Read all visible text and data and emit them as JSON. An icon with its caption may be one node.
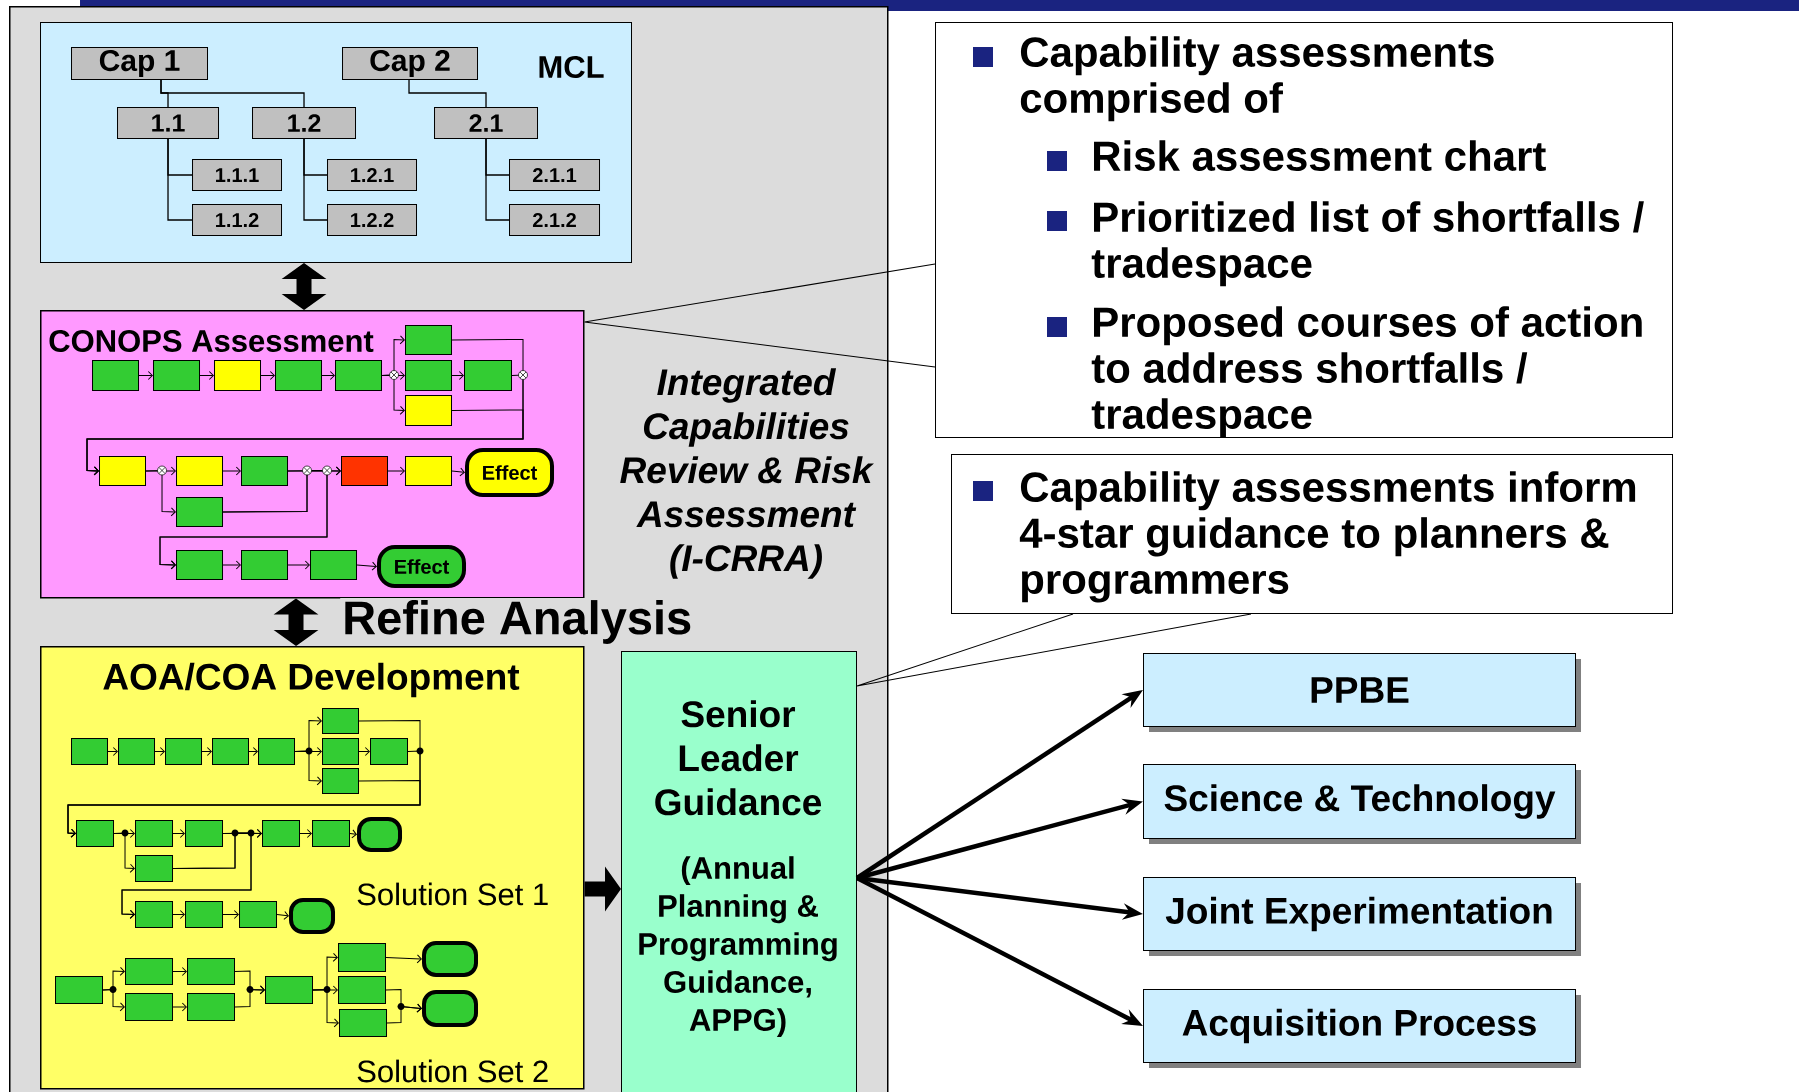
{
  "diagram": {
    "nodes": [
      {
        "text": [
          "Integrated Capabilities Review & Risk Assessment (I-CRRA)"
        ]
      },
      {
        "text": [
          "MCL"
        ],
        "in": 0
      },
      {
        "text": [
          "Cap 1"
        ],
        "in": 1
      },
      {
        "text": [
          "Cap 2"
        ],
        "in": 1
      },
      {
        "text": [
          "1.1"
        ],
        "in": 1
      },
      {
        "text": [
          "1.2"
        ],
        "in": 1
      },
      {
        "text": [
          "2.1"
        ],
        "in": 1
      },
      {
        "text": [
          "1.1.1"
        ],
        "in": 1
      },
      {
        "text": [
          "1.1.2"
        ],
        "in": 1
      },
      {
        "text": [
          "1.2.1"
        ],
        "in": 1
      },
      {
        "text": [
          "1.2.2"
        ],
        "in": 1
      },
      {
        "text": [
          "2.1.1"
        ],
        "in": 1
      },
      {
        "text": [
          "2.1.2"
        ],
        "in": 1
      },
      {
        "text": [
          "CONOPS Assessment"
        ],
        "in": 0
      },
      {
        "text": [],
        "shape": "box",
        "in": 13
      },
      {
        "text": [],
        "shape": "box",
        "in": 13
      },
      {
        "text": [],
        "shape": "box",
        "in": 13
      },
      {
        "text": [],
        "shape": "box",
        "in": 13
      },
      {
        "text": [],
        "shape": "box",
        "in": 13
      },
      {
        "text": [],
        "shape": "box",
        "in": 13
      },
      {
        "text": [],
        "shape": "box",
        "in": 13
      },
      {
        "text": [],
        "shape": "box",
        "in": 13
      },
      {
        "text": [],
        "shape": "box",
        "in": 13
      },
      {
        "text": [],
        "shape": "box",
        "in": 13
      },
      {
        "text": [],
        "shape": "box",
        "in": 13
      },
      {
        "text": [],
        "shape": "box",
        "in": 13
      },
      {
        "text": [],
        "shape": "box",
        "in": 13
      },
      {
        "text": [],
        "shape": "box",
        "in": 13
      },
      {
        "text": [
          "Effect"
        ],
        "in": 13
      },
      {
        "text": [],
        "shape": "box",
        "in": 13
      },
      {
        "text": [],
        "shape": "box",
        "in": 13
      },
      {
        "text": [],
        "shape": "box",
        "in": 13
      },
      {
        "text": [],
        "shape": "box",
        "in": 13
      },
      {
        "text": [
          "Effect"
        ],
        "in": 13
      },
      {
        "text": [
          "AOA/COA Development",
          "Solution Set 1",
          "Solution Set 2"
        ],
        "in": 0
      },
      {
        "text": [],
        "shape": "box",
        "in": 34
      },
      {
        "text": [],
        "shape": "box",
        "in": 34
      },
      {
        "text": [],
        "shape": "box",
        "in": 34
      },
      {
        "text": [],
        "shape": "box",
        "in": 34
      },
      {
        "text": [],
        "shape": "box",
        "in": 34
      },
      {
        "text": [],
        "shape": "box",
        "in": 34
      },
      {
        "text": [],
        "shape": "box",
        "in": 34
      },
      {
        "text": [],
        "shape": "box",
        "in": 34
      },
      {
        "text": [],
        "shape": "box",
        "in": 34
      },
      {
        "text": [],
        "shape": "box",
        "in": 34
      },
      {
        "text": [],
        "shape": "box",
        "in": 34
      },
      {
        "text": [],
        "shape": "box",
        "in": 34
      },
      {
        "text": [],
        "shape": "box",
        "in": 34
      },
      {
        "text": [],
        "shape": "box",
        "in": 34
      },
      {
        "text": [],
        "shape": "oval",
        "in": 34
      },
      {
        "text": [],
        "shape": "box",
        "in": 34
      },
      {
        "text": [],
        "shape": "box",
        "in": 34
      },
      {
        "text": [],
        "shape": "box",
        "in": 34
      },
      {
        "text": [],
        "shape": "box",
        "in": 34
      },
      {
        "text": [],
        "shape": "oval",
        "in": 34
      },
      {
        "text": [],
        "shape": "box",
        "in": 34
      },
      {
        "text": [],
        "shape": "box",
        "in": 34
      },
      {
        "text": [],
        "shape": "box",
        "in": 34
      },
      {
        "text": [],
        "shape": "box",
        "in": 34
      },
      {
        "text": [],
        "shape": "box",
        "in": 34
      },
      {
        "text": [],
        "shape": "box",
        "in": 34
      },
      {
        "text": [],
        "shape": "box",
        "in": 34
      },
      {
        "text": [],
        "shape": "box",
        "in": 34
      },
      {
        "text": [],
        "shape": "box",
        "in": 34
      },
      {
        "text": [],
        "shape": "oval",
        "in": 34
      },
      {
        "text": [],
        "shape": "oval",
        "in": 34
      },
      {
        "text": [
          "Senior Leader Guidance",
          "(Annual Planning & Programming Guidance, APPG)"
        ],
        "in": 0
      },
      {
        "text": [
          "Capability assessments comprised of",
          "Risk assessment chart",
          "Prioritized list of shortfalls / tradespace",
          "Proposed courses of action to address shortfalls / tradespace"
        ]
      },
      {
        "text": [
          "Capability assessments inform 4-star guidance to planners & programmers"
        ]
      },
      {
        "text": [
          "PPBE"
        ]
      },
      {
        "text": [
          "Science & Technology"
        ]
      },
      {
        "text": [
          "Joint Experimentation"
        ]
      },
      {
        "text": [
          "Acquisition Process"
        ]
      }
    ],
    "edges": [
      {
        "from": 2,
        "to": 4,
        "arrow": "none"
      },
      {
        "from": 2,
        "to": 5,
        "arrow": "none"
      },
      {
        "from": 3,
        "to": 6,
        "arrow": "none"
      },
      {
        "from": 4,
        "to": 7,
        "arrow": "none"
      },
      {
        "from": 4,
        "to": 8,
        "arrow": "none"
      },
      {
        "from": 5,
        "to": 9,
        "arrow": "none"
      },
      {
        "from": 5,
        "to": 10,
        "arrow": "none"
      },
      {
        "from": 6,
        "to": 11,
        "arrow": "none"
      },
      {
        "from": 6,
        "to": 12,
        "arrow": "none"
      },
      {
        "from": 1,
        "to": 13,
        "arrow": "both",
        "style": "thick"
      },
      {
        "from": 13,
        "to": 34,
        "arrow": "both",
        "style": "thick",
        "label": "Refine Analysis"
      },
      {
        "from": 14,
        "to": 15,
        "arrow": "to"
      },
      {
        "from": 15,
        "to": 16,
        "arrow": "to"
      },
      {
        "from": 16,
        "to": 17,
        "arrow": "to"
      },
      {
        "from": 17,
        "to": 18,
        "arrow": "to"
      },
      {
        "from": 18,
        "to": 19,
        "arrow": "to"
      },
      {
        "from": 18,
        "to": 20,
        "arrow": "to"
      },
      {
        "from": 18,
        "to": 21,
        "arrow": "to"
      },
      {
        "from": 20,
        "to": 22,
        "arrow": "to"
      },
      {
        "from": 19,
        "to": 23,
        "arrow": "to"
      },
      {
        "from": 22,
        "to": 23,
        "arrow": "to"
      },
      {
        "from": 21,
        "to": 23,
        "arrow": "to"
      },
      {
        "from": 23,
        "to": 24,
        "arrow": "to"
      },
      {
        "from": 23,
        "to": 29,
        "arrow": "to"
      },
      {
        "from": 24,
        "to": 25,
        "arrow": "to"
      },
      {
        "from": 25,
        "to": 26,
        "arrow": "to"
      },
      {
        "from": 29,
        "to": 26,
        "arrow": "to"
      },
      {
        "from": 25,
        "to": 30,
        "arrow": "to"
      },
      {
        "from": 29,
        "to": 30,
        "arrow": "to"
      },
      {
        "from": 26,
        "to": 27,
        "arrow": "to"
      },
      {
        "from": 27,
        "to": 28,
        "arrow": "to"
      },
      {
        "from": 30,
        "to": 31,
        "arrow": "to"
      },
      {
        "from": 31,
        "to": 32,
        "arrow": "to"
      },
      {
        "from": 32,
        "to": 33,
        "arrow": "to"
      },
      {
        "from": 35,
        "to": 36,
        "arrow": "to"
      },
      {
        "from": 36,
        "to": 37,
        "arrow": "to"
      },
      {
        "from": 37,
        "to": 38,
        "arrow": "to"
      },
      {
        "from": 38,
        "to": 39,
        "arrow": "to"
      },
      {
        "from": 39,
        "to": 40,
        "arrow": "to"
      },
      {
        "from": 39,
        "to": 41,
        "arrow": "to"
      },
      {
        "from": 39,
        "to": 42,
        "arrow": "to"
      },
      {
        "from": 41,
        "to": 43,
        "arrow": "to"
      },
      {
        "from": 40,
        "to": 44,
        "arrow": "to"
      },
      {
        "from": 43,
        "to": 44,
        "arrow": "to"
      },
      {
        "from": 42,
        "to": 44,
        "arrow": "to"
      },
      {
        "from": 44,
        "to": 45,
        "arrow": "to"
      },
      {
        "from": 44,
        "to": 50,
        "arrow": "to"
      },
      {
        "from": 45,
        "to": 46,
        "arrow": "to"
      },
      {
        "from": 46,
        "to": 47,
        "arrow": "to"
      },
      {
        "from": 50,
        "to": 47,
        "arrow": "to"
      },
      {
        "from": 46,
        "to": 51,
        "arrow": "to"
      },
      {
        "from": 50,
        "to": 51,
        "arrow": "to"
      },
      {
        "from": 47,
        "to": 48,
        "arrow": "to"
      },
      {
        "from": 48,
        "to": 49,
        "arrow": "to"
      },
      {
        "from": 51,
        "to": 52,
        "arrow": "to"
      },
      {
        "from": 52,
        "to": 53,
        "arrow": "to"
      },
      {
        "from": 53,
        "to": 54,
        "arrow": "to"
      },
      {
        "from": 55,
        "to": 56,
        "arrow": "to"
      },
      {
        "from": 55,
        "to": 58,
        "arrow": "to"
      },
      {
        "from": 56,
        "to": 57,
        "arrow": "to"
      },
      {
        "from": 58,
        "to": 59,
        "arrow": "to"
      },
      {
        "from": 57,
        "to": 60,
        "arrow": "to"
      },
      {
        "from": 59,
        "to": 60,
        "arrow": "to"
      },
      {
        "from": 60,
        "to": 61,
        "arrow": "to"
      },
      {
        "from": 60,
        "to": 62,
        "arrow": "to"
      },
      {
        "from": 60,
        "to": 63,
        "arrow": "to"
      },
      {
        "from": 61,
        "to": 64,
        "arrow": "to"
      },
      {
        "from": 62,
        "to": 65,
        "arrow": "to"
      },
      {
        "from": 63,
        "to": 65,
        "arrow": "to"
      },
      {
        "from": 34,
        "to": 66,
        "arrow": "to",
        "style": "thick"
      },
      {
        "from": 66,
        "to": 69,
        "arrow": "to",
        "style": "thick"
      },
      {
        "from": 66,
        "to": 70,
        "arrow": "to",
        "style": "thick"
      },
      {
        "from": 66,
        "to": 71,
        "arrow": "to",
        "style": "thick"
      },
      {
        "from": 66,
        "to": 72,
        "arrow": "to",
        "style": "thick"
      },
      {
        "from": 67,
        "to": 13,
        "arrow": "none"
      },
      {
        "from": 68,
        "to": 66,
        "arrow": "none"
      }
    ]
  }
}
